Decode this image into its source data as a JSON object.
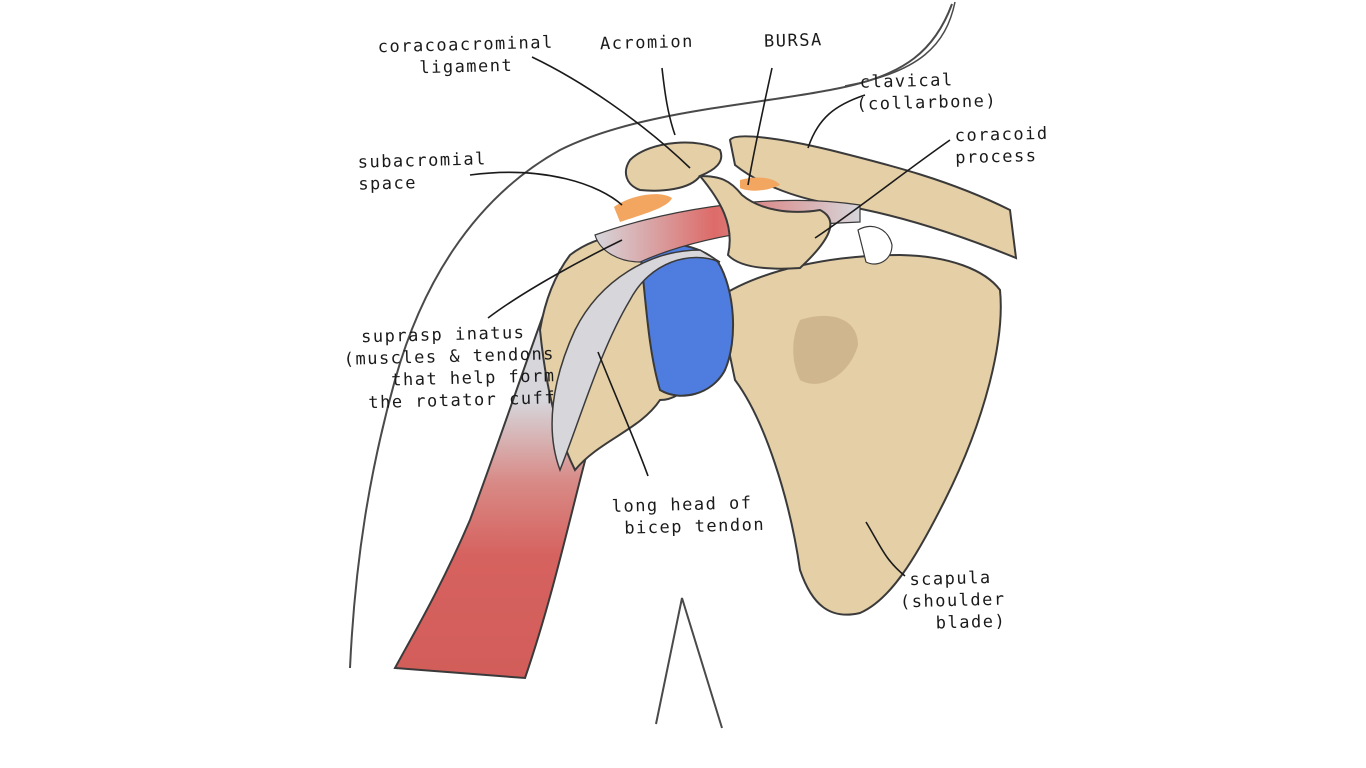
{
  "labels": {
    "coracoacromial_ligament": [
      "coracoacrominal",
      "ligament"
    ],
    "acromion": "Acromion",
    "bursa": "BURSA",
    "clavical": [
      "clavical",
      "(collarbone)"
    ],
    "coracoid": [
      "coracoid",
      "process"
    ],
    "subacromial": [
      "subacromial",
      "space"
    ],
    "supraspinatus": [
      "suprasp inatus",
      "(muscles & tendons",
      "that help form",
      "the rotator cuff"
    ],
    "bicep": [
      "long head of",
      "bicep tendon"
    ],
    "scapula": [
      "scapula",
      "(shoulder",
      "blade)"
    ]
  },
  "colors": {
    "bone": "#e4cfa6",
    "bone_shadow": "#bfa27a",
    "humeral_head": "#4f7ddf",
    "muscle": "#d9605e",
    "tendon": "#d6d6db",
    "bursa": "#f3a660",
    "outline": "#3a3a3a"
  }
}
